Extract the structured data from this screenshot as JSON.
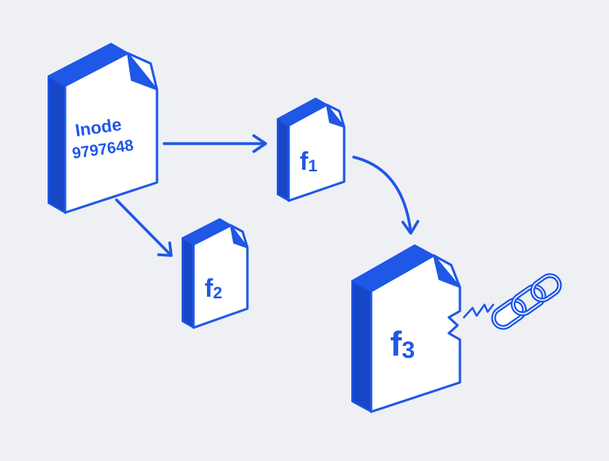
{
  "colors": {
    "background": "#eef0f4",
    "accent": "#1f57e6",
    "accent_dark": "#1746c7",
    "doc_face": "#ffffff"
  },
  "nodes": [
    {
      "id": "inode",
      "lines": [
        "Inode",
        "9797648"
      ],
      "icon": "file-document-icon"
    },
    {
      "id": "f1",
      "letter": "f",
      "subscript": "1",
      "icon": "file-document-icon"
    },
    {
      "id": "f2",
      "letter": "f",
      "subscript": "2",
      "icon": "file-document-icon"
    },
    {
      "id": "f3",
      "letter": "f",
      "subscript": "3",
      "icon": "broken-file-document-icon"
    }
  ],
  "edges": [
    {
      "from": "inode",
      "to": "f1"
    },
    {
      "from": "inode",
      "to": "f2"
    },
    {
      "from": "f1",
      "to": "f3"
    }
  ],
  "decorations": [
    {
      "icon": "broken-chain-link-icon",
      "attached_to": "f3"
    },
    {
      "icon": "lightning-zigzag-icon",
      "attached_to": "f3"
    }
  ]
}
